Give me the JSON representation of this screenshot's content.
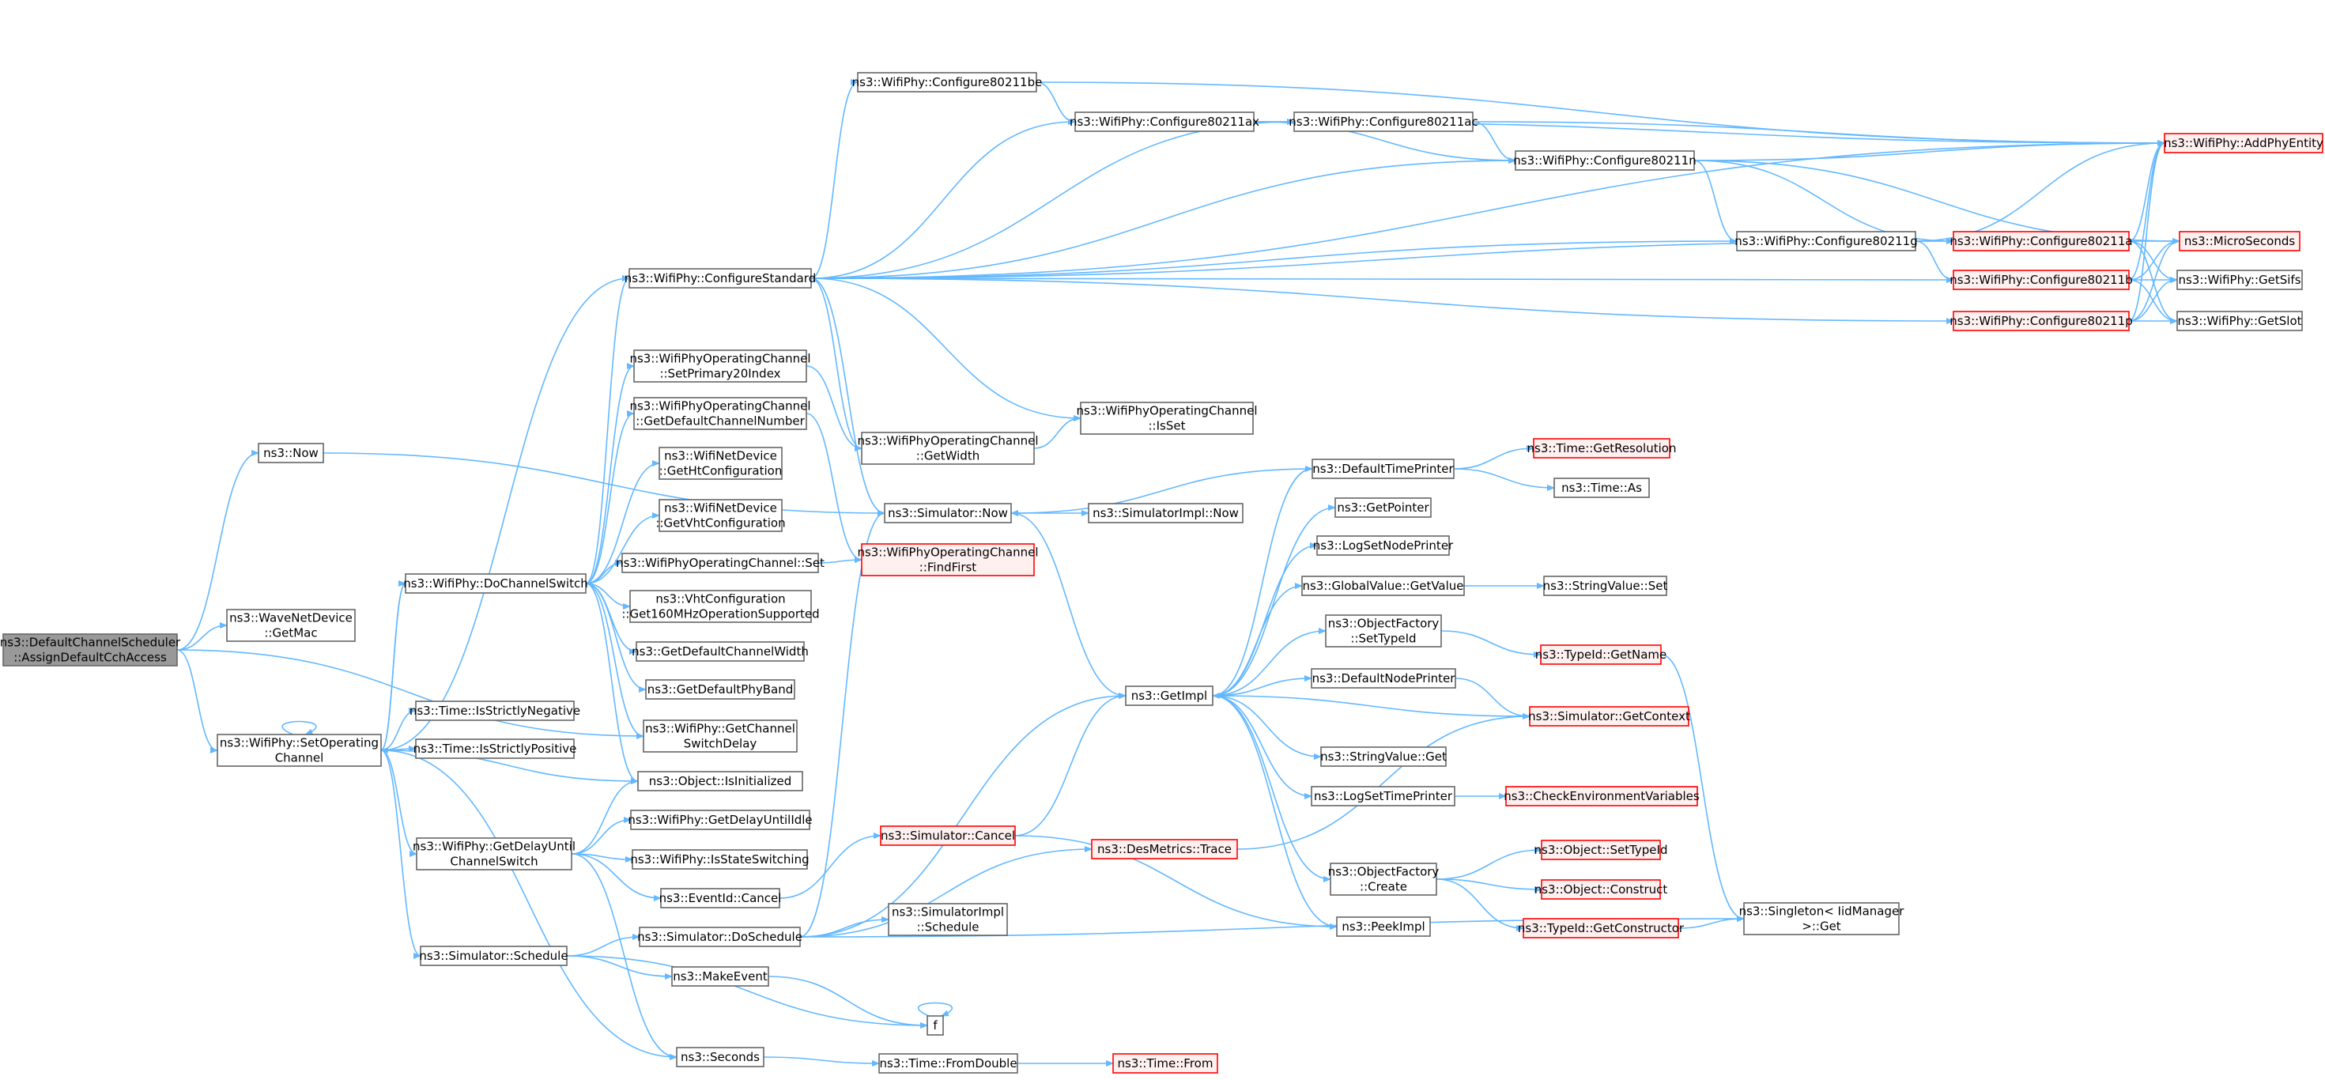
{
  "colors": {
    "edge": "#63b8ff",
    "node_border": "#666666",
    "node_fill": "#ffffff",
    "root_fill": "#999999",
    "root_border": "#666666",
    "root_text": "#000000",
    "red_border": "#ff0000",
    "red_fill": "#fff0f0",
    "text": "#000000"
  },
  "nodes": [
    {
      "id": "root",
      "lines": [
        "ns3::DefaultChannelScheduler",
        "::AssignDefaultCchAccess"
      ],
      "style": "root"
    },
    {
      "id": "now",
      "lines": [
        "ns3::Now"
      ],
      "style": "normal"
    },
    {
      "id": "wavegetmac",
      "lines": [
        "ns3::WaveNetDevice",
        "::GetMac"
      ],
      "style": "normal"
    },
    {
      "id": "setopchan",
      "lines": [
        "ns3::WifiPhy::SetOperating",
        "Channel"
      ],
      "style": "normal"
    },
    {
      "id": "dochanswitch",
      "lines": [
        "ns3::WifiPhy::DoChannelSwitch"
      ],
      "style": "normal"
    },
    {
      "id": "isneg",
      "lines": [
        "ns3::Time::IsStrictlyNegative"
      ],
      "style": "normal"
    },
    {
      "id": "ispos",
      "lines": [
        "ns3::Time::IsStrictlyPositive"
      ],
      "style": "normal"
    },
    {
      "id": "getdelay",
      "lines": [
        "ns3::WifiPhy::GetDelayUntil",
        "ChannelSwitch"
      ],
      "style": "normal"
    },
    {
      "id": "schedule",
      "lines": [
        "ns3::Simulator::Schedule"
      ],
      "style": "normal"
    },
    {
      "id": "cfgstd",
      "lines": [
        "ns3::WifiPhy::ConfigureStandard"
      ],
      "style": "normal"
    },
    {
      "id": "setprim20",
      "lines": [
        "ns3::WifiPhyOperatingChannel",
        "::SetPrimary20Index"
      ],
      "style": "normal"
    },
    {
      "id": "getdefchnum",
      "lines": [
        "ns3::WifiPhyOperatingChannel",
        "::GetDefaultChannelNumber"
      ],
      "style": "normal"
    },
    {
      "id": "gethtcfg",
      "lines": [
        "ns3::WifiNetDevice",
        "::GetHtConfiguration"
      ],
      "style": "normal"
    },
    {
      "id": "getvhtcfg",
      "lines": [
        "ns3::WifiNetDevice",
        "::GetVhtConfiguration"
      ],
      "style": "normal"
    },
    {
      "id": "opchanset",
      "lines": [
        "ns3::WifiPhyOperatingChannel::Set"
      ],
      "style": "normal"
    },
    {
      "id": "vht160",
      "lines": [
        "ns3::VhtConfiguration",
        "::Get160MHzOperationSupported"
      ],
      "style": "normal"
    },
    {
      "id": "getdefchwidth",
      "lines": [
        "ns3::GetDefaultChannelWidth"
      ],
      "style": "normal"
    },
    {
      "id": "getdefphyband",
      "lines": [
        "ns3::GetDefaultPhyBand"
      ],
      "style": "normal"
    },
    {
      "id": "getchswdelay",
      "lines": [
        "ns3::WifiPhy::GetChannel",
        "SwitchDelay"
      ],
      "style": "normal"
    },
    {
      "id": "isinit",
      "lines": [
        "ns3::Object::IsInitialized"
      ],
      "style": "normal"
    },
    {
      "id": "getdelayidle",
      "lines": [
        "ns3::WifiPhy::GetDelayUntilIdle"
      ],
      "style": "normal"
    },
    {
      "id": "isstatesw",
      "lines": [
        "ns3::WifiPhy::IsStateSwitching"
      ],
      "style": "normal"
    },
    {
      "id": "evcancel",
      "lines": [
        "ns3::EventId::Cancel"
      ],
      "style": "normal"
    },
    {
      "id": "doschedule",
      "lines": [
        "ns3::Simulator::DoSchedule"
      ],
      "style": "normal"
    },
    {
      "id": "makeevent",
      "lines": [
        "ns3::MakeEvent"
      ],
      "style": "normal"
    },
    {
      "id": "seconds",
      "lines": [
        "ns3::Seconds"
      ],
      "style": "normal"
    },
    {
      "id": "cfgbe",
      "lines": [
        "ns3::WifiPhy::Configure80211be"
      ],
      "style": "normal"
    },
    {
      "id": "cfgax",
      "lines": [
        "ns3::WifiPhy::Configure80211ax"
      ],
      "style": "normal"
    },
    {
      "id": "cfgac",
      "lines": [
        "ns3::WifiPhy::Configure80211ac"
      ],
      "style": "normal"
    },
    {
      "id": "cfgn",
      "lines": [
        "ns3::WifiPhy::Configure80211n"
      ],
      "style": "normal"
    },
    {
      "id": "cfgg",
      "lines": [
        "ns3::WifiPhy::Configure80211g"
      ],
      "style": "normal"
    },
    {
      "id": "cfga",
      "lines": [
        "ns3::WifiPhy::Configure80211a"
      ],
      "style": "red"
    },
    {
      "id": "cfgb",
      "lines": [
        "ns3::WifiPhy::Configure80211b"
      ],
      "style": "red"
    },
    {
      "id": "cfgp",
      "lines": [
        "ns3::WifiPhy::Configure80211p"
      ],
      "style": "red"
    },
    {
      "id": "addphy",
      "lines": [
        "ns3::WifiPhy::AddPhyEntity"
      ],
      "style": "red"
    },
    {
      "id": "micro",
      "lines": [
        "ns3::MicroSeconds"
      ],
      "style": "red"
    },
    {
      "id": "getsifs",
      "lines": [
        "ns3::WifiPhy::GetSifs"
      ],
      "style": "normal"
    },
    {
      "id": "getslot",
      "lines": [
        "ns3::WifiPhy::GetSlot"
      ],
      "style": "normal"
    },
    {
      "id": "getwidth",
      "lines": [
        "ns3::WifiPhyOperatingChannel",
        "::GetWidth"
      ],
      "style": "normal"
    },
    {
      "id": "isset",
      "lines": [
        "ns3::WifiPhyOperatingChannel",
        "::IsSet"
      ],
      "style": "normal"
    },
    {
      "id": "simnow",
      "lines": [
        "ns3::Simulator::Now"
      ],
      "style": "normal"
    },
    {
      "id": "findfirst",
      "lines": [
        "ns3::WifiPhyOperatingChannel",
        "::FindFirst"
      ],
      "style": "red"
    },
    {
      "id": "simimplnow",
      "lines": [
        "ns3::SimulatorImpl::Now"
      ],
      "style": "normal"
    },
    {
      "id": "getimpl",
      "lines": [
        "ns3::GetImpl"
      ],
      "style": "normal"
    },
    {
      "id": "simcancel",
      "lines": [
        "ns3::Simulator::Cancel"
      ],
      "style": "red"
    },
    {
      "id": "simimplsched",
      "lines": [
        "ns3::SimulatorImpl",
        "::Schedule"
      ],
      "style": "normal"
    },
    {
      "id": "f",
      "lines": [
        "f"
      ],
      "style": "normal"
    },
    {
      "id": "fromdouble",
      "lines": [
        "ns3::Time::FromDouble"
      ],
      "style": "normal"
    },
    {
      "id": "timefrom",
      "lines": [
        "ns3::Time::From"
      ],
      "style": "red"
    },
    {
      "id": "desmetrics",
      "lines": [
        "ns3::DesMetrics::Trace"
      ],
      "style": "red"
    },
    {
      "id": "deftimeprinter",
      "lines": [
        "ns3::DefaultTimePrinter"
      ],
      "style": "normal"
    },
    {
      "id": "getresolution",
      "lines": [
        "ns3::Time::GetResolution"
      ],
      "style": "red"
    },
    {
      "id": "timeas",
      "lines": [
        "ns3::Time::As"
      ],
      "style": "normal"
    },
    {
      "id": "getpointer",
      "lines": [
        "ns3::GetPointer"
      ],
      "style": "normal"
    },
    {
      "id": "logsetnode",
      "lines": [
        "ns3::LogSetNodePrinter"
      ],
      "style": "normal"
    },
    {
      "id": "globalval",
      "lines": [
        "ns3::GlobalValue::GetValue"
      ],
      "style": "normal"
    },
    {
      "id": "strvalset",
      "lines": [
        "ns3::StringValue::Set"
      ],
      "style": "normal"
    },
    {
      "id": "objfactsettid",
      "lines": [
        "ns3::ObjectFactory",
        "::SetTypeId"
      ],
      "style": "normal"
    },
    {
      "id": "typeidgetname",
      "lines": [
        "ns3::TypeId::GetName"
      ],
      "style": "red"
    },
    {
      "id": "defnodeprinter",
      "lines": [
        "ns3::DefaultNodePrinter"
      ],
      "style": "normal"
    },
    {
      "id": "simgetctx",
      "lines": [
        "ns3::Simulator::GetContext"
      ],
      "style": "red"
    },
    {
      "id": "strvalget",
      "lines": [
        "ns3::StringValue::Get"
      ],
      "style": "normal"
    },
    {
      "id": "logsettime",
      "lines": [
        "ns3::LogSetTimePrinter"
      ],
      "style": "normal"
    },
    {
      "id": "checkenv",
      "lines": [
        "ns3::CheckEnvironmentVariables"
      ],
      "style": "red"
    },
    {
      "id": "objfactcreate",
      "lines": [
        "ns3::ObjectFactory",
        "::Create"
      ],
      "style": "normal"
    },
    {
      "id": "peekimpl",
      "lines": [
        "ns3::PeekImpl"
      ],
      "style": "normal"
    },
    {
      "id": "objsettid",
      "lines": [
        "ns3::Object::SetTypeId"
      ],
      "style": "red"
    },
    {
      "id": "objconstruct",
      "lines": [
        "ns3::Object::Construct"
      ],
      "style": "red"
    },
    {
      "id": "typeidgetctor",
      "lines": [
        "ns3::TypeId::GetConstructor"
      ],
      "style": "red"
    },
    {
      "id": "singleton",
      "lines": [
        "ns3::Singleton< IidManager",
        ">::Get"
      ],
      "style": "normal"
    }
  ],
  "edges": [
    [
      "root",
      "now"
    ],
    [
      "root",
      "wavegetmac"
    ],
    [
      "root",
      "setopchan"
    ],
    [
      "root",
      "getchswdelay"
    ],
    [
      "setopchan",
      "setopchan"
    ],
    [
      "setopchan",
      "dochanswitch"
    ],
    [
      "setopchan",
      "isneg"
    ],
    [
      "setopchan",
      "ispos"
    ],
    [
      "setopchan",
      "isinit"
    ],
    [
      "setopchan",
      "getdelay"
    ],
    [
      "setopchan",
      "schedule"
    ],
    [
      "setopchan",
      "seconds"
    ],
    [
      "setopchan",
      "cfgstd"
    ],
    [
      "now",
      "simnow"
    ],
    [
      "dochanswitch",
      "cfgstd"
    ],
    [
      "dochanswitch",
      "setprim20"
    ],
    [
      "dochanswitch",
      "getdefchnum"
    ],
    [
      "dochanswitch",
      "gethtcfg"
    ],
    [
      "dochanswitch",
      "getvhtcfg"
    ],
    [
      "dochanswitch",
      "opchanset"
    ],
    [
      "dochanswitch",
      "vht160"
    ],
    [
      "dochanswitch",
      "getdefchwidth"
    ],
    [
      "dochanswitch",
      "getdefphyband"
    ],
    [
      "dochanswitch",
      "getchswdelay"
    ],
    [
      "dochanswitch",
      "isinit"
    ],
    [
      "dochanswitch",
      "setopchan"
    ],
    [
      "getdelay",
      "isinit"
    ],
    [
      "getdelay",
      "getdelayidle"
    ],
    [
      "getdelay",
      "isstatesw"
    ],
    [
      "getdelay",
      "evcancel"
    ],
    [
      "getdelay",
      "seconds"
    ],
    [
      "schedule",
      "doschedule"
    ],
    [
      "schedule",
      "makeevent"
    ],
    [
      "schedule",
      "f"
    ],
    [
      "cfgstd",
      "cfgbe"
    ],
    [
      "cfgstd",
      "cfgax"
    ],
    [
      "cfgstd",
      "cfgac"
    ],
    [
      "cfgstd",
      "cfgn"
    ],
    [
      "cfgstd",
      "cfgg"
    ],
    [
      "cfgstd",
      "cfga"
    ],
    [
      "cfgstd",
      "cfgb"
    ],
    [
      "cfgstd",
      "cfgp"
    ],
    [
      "cfgstd",
      "addphy"
    ],
    [
      "cfgstd",
      "isset"
    ],
    [
      "cfgstd",
      "getwidth"
    ],
    [
      "cfgstd",
      "simnow"
    ],
    [
      "cfgbe",
      "cfgax"
    ],
    [
      "cfgbe",
      "addphy"
    ],
    [
      "cfgax",
      "cfgac"
    ],
    [
      "cfgax",
      "cfgn"
    ],
    [
      "cfgax",
      "addphy"
    ],
    [
      "cfgac",
      "cfgn"
    ],
    [
      "cfgac",
      "addphy"
    ],
    [
      "cfgn",
      "cfgg"
    ],
    [
      "cfgn",
      "cfga"
    ],
    [
      "cfgn",
      "addphy"
    ],
    [
      "cfgn",
      "micro"
    ],
    [
      "cfgg",
      "cfgb"
    ],
    [
      "cfgg",
      "addphy"
    ],
    [
      "cfga",
      "addphy"
    ],
    [
      "cfga",
      "micro"
    ],
    [
      "cfga",
      "getsifs"
    ],
    [
      "cfga",
      "getslot"
    ],
    [
      "cfgb",
      "addphy"
    ],
    [
      "cfgb",
      "micro"
    ],
    [
      "cfgb",
      "getsifs"
    ],
    [
      "cfgb",
      "getslot"
    ],
    [
      "cfgp",
      "addphy"
    ],
    [
      "cfgp",
      "micro"
    ],
    [
      "cfgp",
      "getsifs"
    ],
    [
      "cfgp",
      "getslot"
    ],
    [
      "setprim20",
      "getwidth"
    ],
    [
      "getdefchnum",
      "findfirst"
    ],
    [
      "opchanset",
      "findfirst"
    ],
    [
      "getwidth",
      "isset"
    ],
    [
      "simnow",
      "simimplnow"
    ],
    [
      "simnow",
      "getimpl"
    ],
    [
      "evcancel",
      "simcancel"
    ],
    [
      "simcancel",
      "getimpl"
    ],
    [
      "simcancel",
      "peekimpl"
    ],
    [
      "doschedule",
      "getimpl"
    ],
    [
      "doschedule",
      "simimplsched"
    ],
    [
      "doschedule",
      "desmetrics"
    ],
    [
      "doschedule",
      "singleton"
    ],
    [
      "doschedule",
      "simnow"
    ],
    [
      "makeevent",
      "f"
    ],
    [
      "f",
      "f"
    ],
    [
      "seconds",
      "fromdouble"
    ],
    [
      "fromdouble",
      "timefrom"
    ],
    [
      "desmetrics",
      "simgetctx"
    ],
    [
      "getimpl",
      "deftimeprinter"
    ],
    [
      "getimpl",
      "getpointer"
    ],
    [
      "getimpl",
      "logsetnode"
    ],
    [
      "getimpl",
      "globalval"
    ],
    [
      "getimpl",
      "objfactsettid"
    ],
    [
      "getimpl",
      "defnodeprinter"
    ],
    [
      "getimpl",
      "strvalget"
    ],
    [
      "getimpl",
      "logsettime"
    ],
    [
      "getimpl",
      "objfactcreate"
    ],
    [
      "getimpl",
      "peekimpl"
    ],
    [
      "deftimeprinter",
      "getresolution"
    ],
    [
      "deftimeprinter",
      "timeas"
    ],
    [
      "deftimeprinter",
      "simnow"
    ],
    [
      "globalval",
      "strvalset"
    ],
    [
      "objfactsettid",
      "typeidgetname"
    ],
    [
      "typeidgetname",
      "singleton"
    ],
    [
      "defnodeprinter",
      "simgetctx"
    ],
    [
      "simgetctx",
      "getimpl"
    ],
    [
      "logsettime",
      "checkenv"
    ],
    [
      "objfactcreate",
      "objsettid"
    ],
    [
      "objfactcreate",
      "objconstruct"
    ],
    [
      "objfactcreate",
      "typeidgetctor"
    ],
    [
      "typeidgetctor",
      "singleton"
    ]
  ]
}
